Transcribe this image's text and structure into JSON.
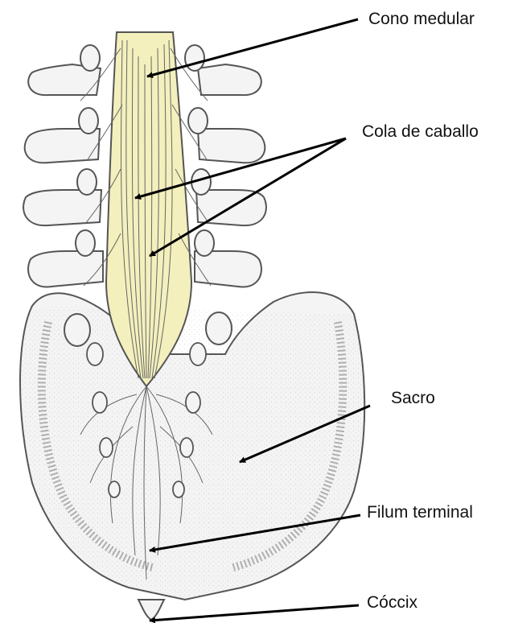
{
  "diagram": {
    "labels": [
      {
        "id": "cono-medular",
        "text": "Cono medular"
      },
      {
        "id": "cola-de-caballo",
        "text": "Cola de caballo"
      },
      {
        "id": "sacro",
        "text": "Sacro"
      },
      {
        "id": "filum-terminal",
        "text": "Filum terminal"
      },
      {
        "id": "coccix",
        "text": "Cóccix"
      }
    ],
    "colors": {
      "cord_fill": "#f3f0bd",
      "bone_fill": "#f4f4f4",
      "outline": "#555555",
      "arrow": "#000000",
      "text": "#111111"
    }
  }
}
